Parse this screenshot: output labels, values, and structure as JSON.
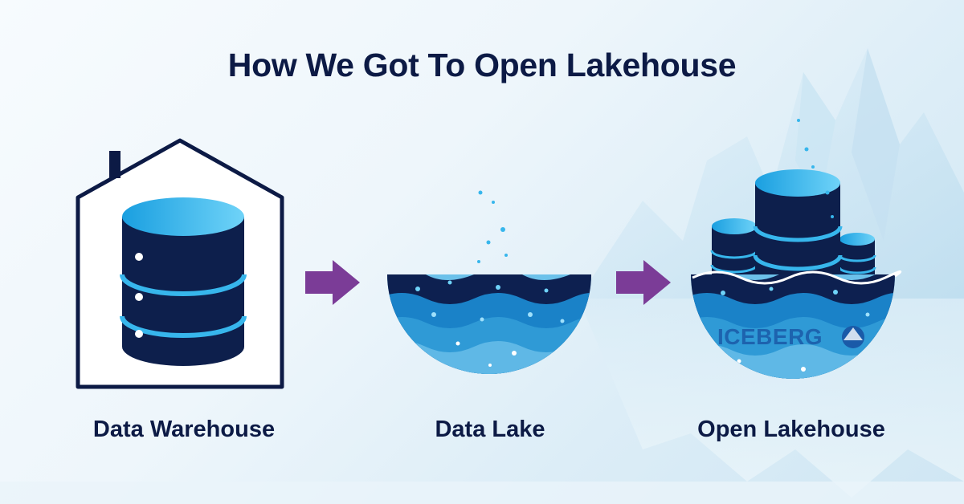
{
  "title": "How We Got To Open Lakehouse",
  "stages": [
    {
      "label": "Data Warehouse",
      "icon": "house-database-icon"
    },
    {
      "label": "Data Lake",
      "icon": "lake-water-icon"
    },
    {
      "label": "Open Lakehouse",
      "icon": "lakehouse-databases-icon"
    }
  ],
  "arrows": [
    {
      "icon": "arrow-right-icon"
    },
    {
      "icon": "arrow-right-icon"
    }
  ],
  "logo_text": "ICEBERG",
  "colors": {
    "navy": "#0c1a45",
    "arrow": "#7b3c97",
    "water_dark": "#0d2050",
    "water_mid": "#1a82c8",
    "water_light": "#5fb8e6",
    "cyan": "#37b6ec"
  }
}
